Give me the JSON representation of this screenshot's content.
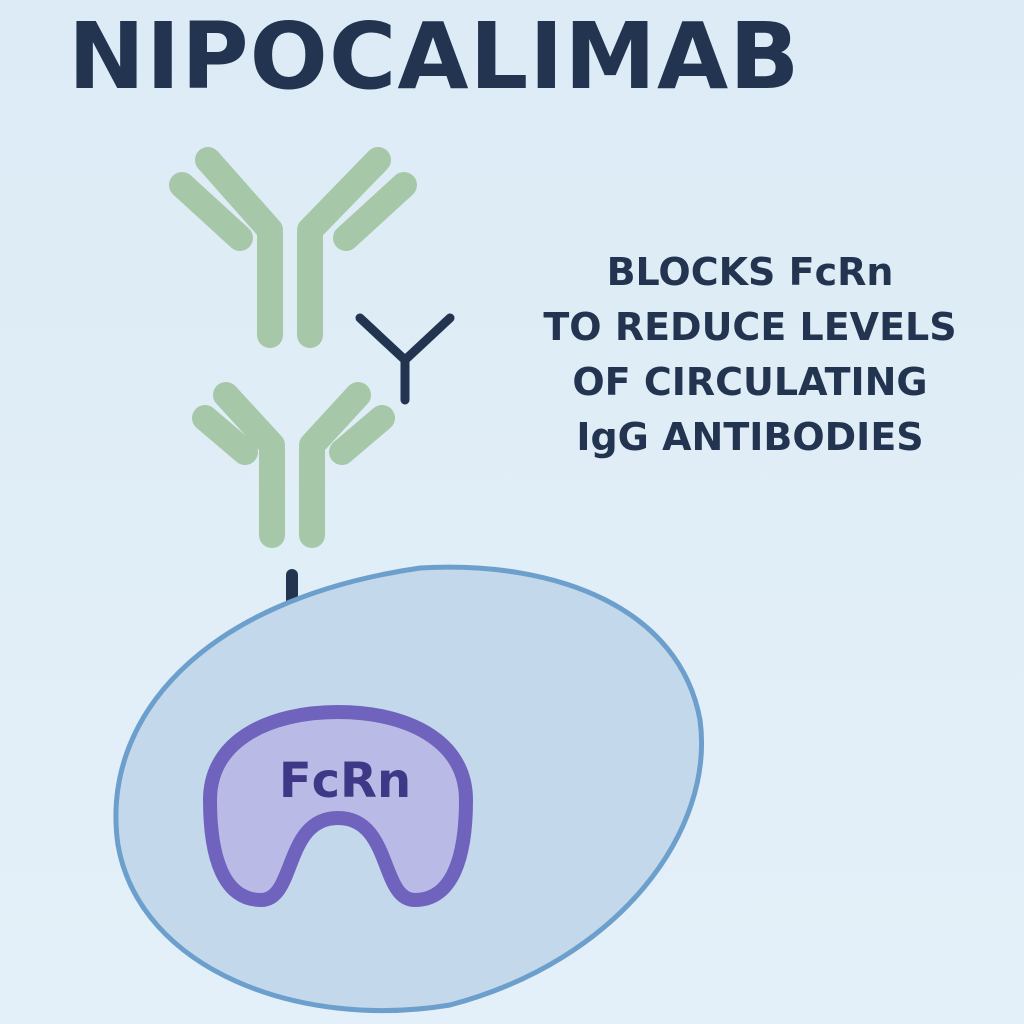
{
  "title": "NIPOCALIMAB",
  "caption": {
    "lines": [
      "BLOCKS FcRn",
      "TO REDUCE LEVELS",
      "OF CIRCULATING",
      "IgG ANTIBODIES"
    ]
  },
  "receptor": {
    "label": "FcRn"
  },
  "colors": {
    "background": "#e1eef8",
    "text": "#22344f",
    "igg_antibody": "#a6c8a8",
    "nipocalimab": "#22344f",
    "cell_fill": "#c3d9eb",
    "cell_stroke": "#6d9fcc",
    "fcrn_fill": "#b9bbe6",
    "fcrn_stroke": "#6f63bd",
    "fcrn_text": "#3e3886"
  },
  "icons": [
    "igg-antibody-icon",
    "nipocalimab-antibody-icon",
    "cell-icon",
    "fcrn-receptor-icon"
  ]
}
